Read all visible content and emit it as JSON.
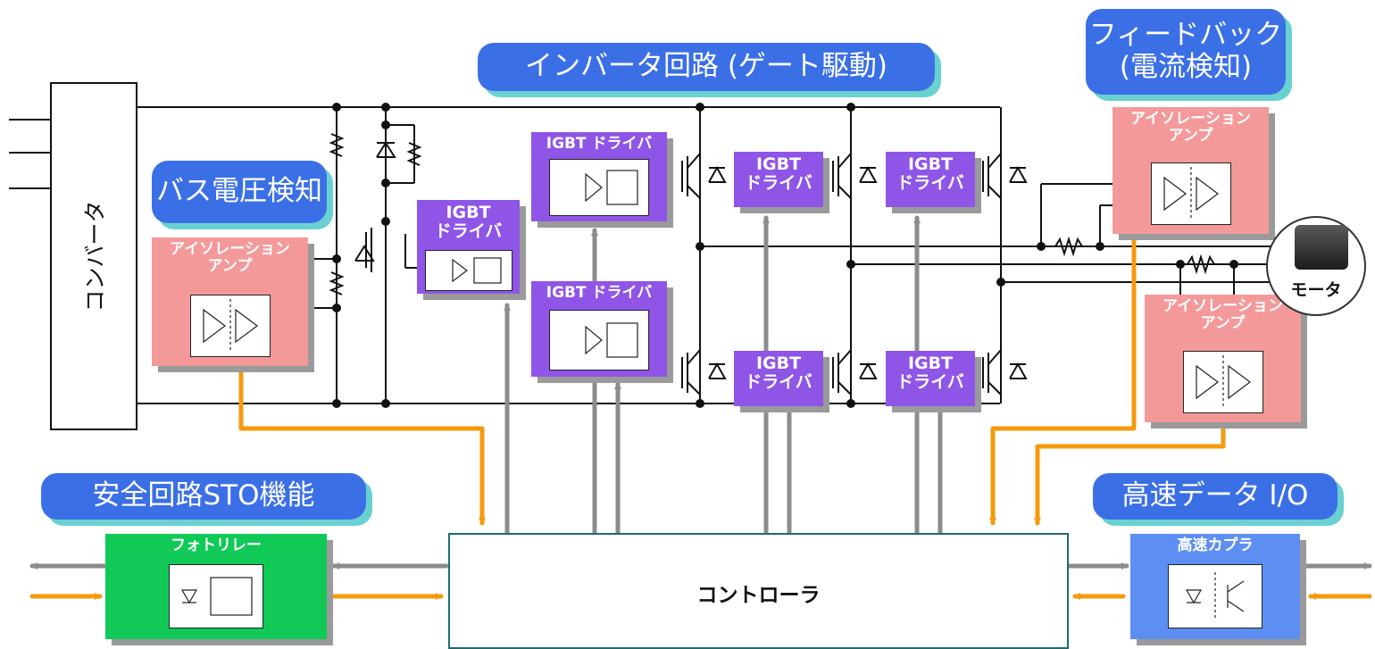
{
  "titles": {
    "inverter": "インバータ回路 (ゲート駆動)",
    "feedback_line1": "フィードバック",
    "feedback_line2": "(電流検知)",
    "bus_voltage": "バス電圧検知",
    "safety": "安全回路STO機能",
    "highspeed": "高速データ I/O"
  },
  "blocks": {
    "converter": "コンバータ",
    "controller": "コントローラ",
    "motor": "モータ",
    "iso_amp_line1": "アイソレーション",
    "iso_amp_line2": "アンプ",
    "igbt_driver_inline": "IGBT ドライバ",
    "igbt_line1": "IGBT",
    "igbt_line2": "ドライバ",
    "photorelay": "フォトリレー",
    "hs_coupler": "高速カプラ"
  },
  "colors": {
    "title_pill": "#3b6fe6",
    "title_shadow": "#6ad1d1",
    "iso_amp": "#f4999a",
    "igbt_driver": "#8f55e6",
    "photorelay": "#10c957",
    "hs_coupler": "#5d8ff2",
    "arrow_gray": "#8c8c8c",
    "arrow_orange": "#f59a0c"
  }
}
